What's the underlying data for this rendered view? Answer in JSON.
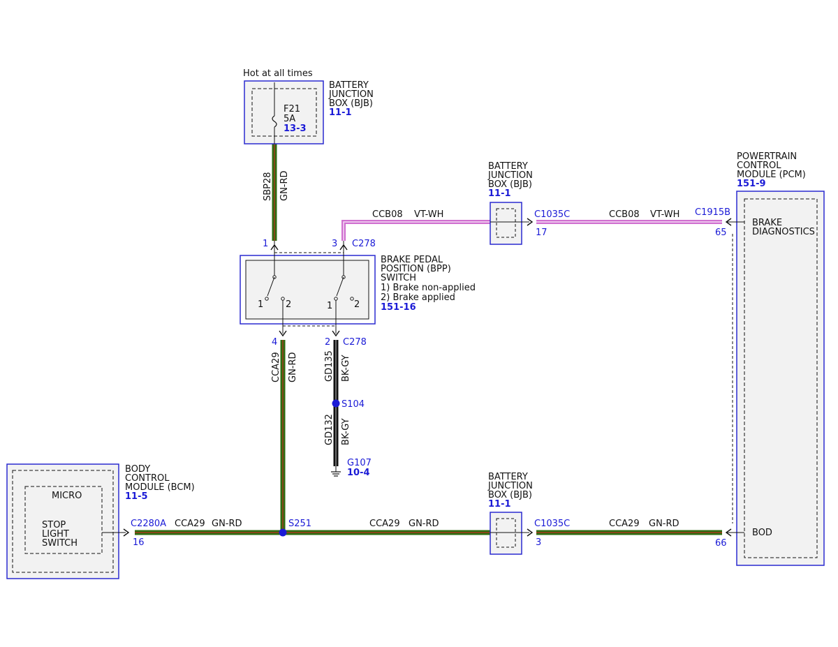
{
  "colors": {
    "component_border": "#2a2ad0",
    "component_fill": "#f2f2f2",
    "wire_gn_rd_outer": "#2e6b12",
    "wire_gn_rd_inner": "#c03020",
    "wire_vt_wh_outer": "#d070d0",
    "wire_vt_wh_inner": "#f4dcf4",
    "wire_bk_gy_outer": "#111111",
    "wire_bk_gy_inner": "#8a8a8a",
    "splice": "#1a1ad6"
  },
  "bjb_top": {
    "note": "Hot at all times",
    "title": [
      "BATTERY",
      "JUNCTION",
      "BOX (BJB)"
    ],
    "ref": "11-1",
    "fuse": "F21",
    "rating": "5A",
    "fuse_ref": "13-3"
  },
  "bjb_mid": {
    "title": [
      "BATTERY",
      "JUNCTION",
      "BOX (BJB)"
    ],
    "ref": "11-1"
  },
  "bjb_bot": {
    "title": [
      "BATTERY",
      "JUNCTION",
      "BOX (BJB)"
    ],
    "ref": "11-1"
  },
  "pcm": {
    "title": [
      "POWERTRAIN",
      "CONTROL",
      "MODULE (PCM)"
    ],
    "ref": "151-9",
    "brake_diag": [
      "BRAKE",
      "DIAGNOSTICS"
    ],
    "bod": "BOD"
  },
  "bpp": {
    "title": [
      "BRAKE PEDAL",
      "POSITION (BPP)",
      "SWITCH"
    ],
    "note1": "1) Brake non-applied",
    "note2": "2) Brake applied",
    "ref": "151-16",
    "sw_a1": "1",
    "sw_a2": "2",
    "sw_b1": "1",
    "sw_b2": "2"
  },
  "bcm": {
    "title": [
      "BODY",
      "CONTROL",
      "MODULE (BCM)"
    ],
    "ref": "11-5",
    "micro": "MICRO",
    "switch_label": [
      "STOP",
      "LIGHT",
      "SWITCH"
    ]
  },
  "wires": {
    "sbp28": {
      "circuit": "SBP28",
      "color": "GN-RD"
    },
    "ccb08_a": {
      "circuit": "CCB08",
      "color": "VT-WH"
    },
    "ccb08_b": {
      "circuit": "CCB08",
      "color": "VT-WH"
    },
    "cca29_v": {
      "circuit": "CCA29",
      "color": "GN-RD"
    },
    "gd135": {
      "circuit": "GD135",
      "color": "BK-GY"
    },
    "gd132": {
      "circuit": "GD132",
      "color": "BK-GY"
    },
    "cca29_a": {
      "circuit": "CCA29",
      "color": "GN-RD"
    },
    "cca29_b": {
      "circuit": "CCA29",
      "color": "GN-RD"
    },
    "cca29_c": {
      "circuit": "CCA29",
      "color": "GN-RD"
    }
  },
  "connectors": {
    "c278_top": {
      "name": "C278",
      "pin1": "1",
      "pin3": "3"
    },
    "c278_bot": {
      "name": "C278",
      "pin4": "4",
      "pin2": "2"
    },
    "c1035c_top": {
      "name": "C1035C",
      "pin": "17"
    },
    "c1915b_top": {
      "name": "C1915B",
      "pin": "65"
    },
    "c2280a": {
      "name": "C2280A",
      "pin": "16"
    },
    "c1035c_bot": {
      "name": "C1035C",
      "pin": "3"
    },
    "pcm_bot": {
      "pin": "66"
    }
  },
  "splices": {
    "s104": "S104",
    "s251": "S251"
  },
  "ground": {
    "name": "G107",
    "ref": "10-4"
  }
}
